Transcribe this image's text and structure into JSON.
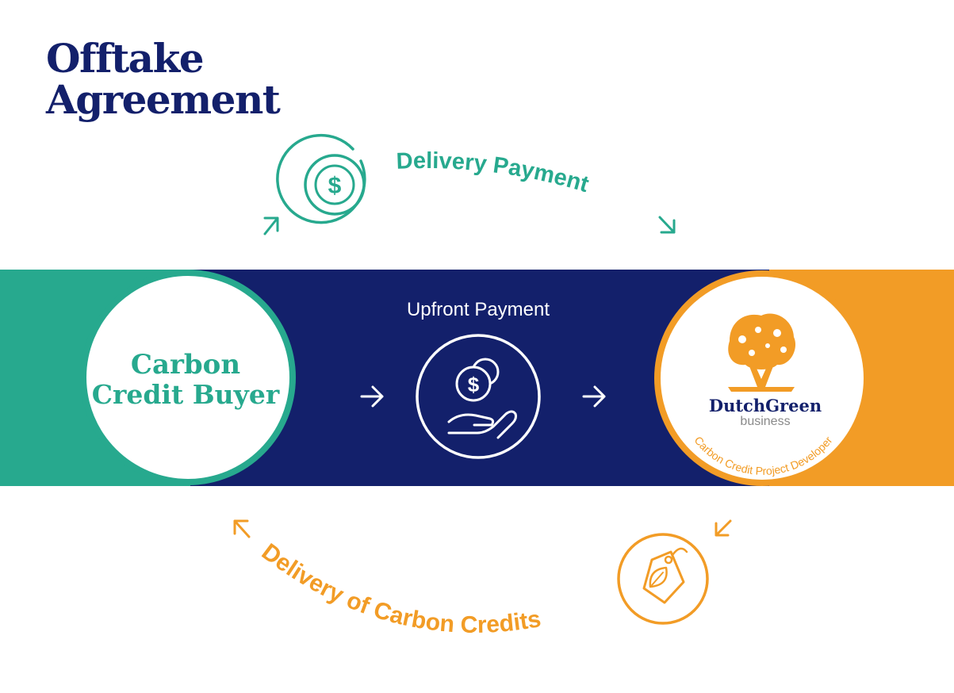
{
  "title_line1": "Offtake",
  "title_line2": "Agreement",
  "flow_top": "Delivery Payment",
  "flow_middle": "Upfront Payment",
  "flow_bottom": "Delivery of Carbon Credits",
  "buyer_line1": "Carbon",
  "buyer_line2": "Credit Buyer",
  "logo_name": "DutchGreen",
  "logo_sub": "business",
  "developer_role": "Carbon Credit Project Developer",
  "icons": [
    "dollar-coin-icon",
    "hand-coins-icon",
    "tree-logo-icon",
    "leaf-tag-icon",
    "arrow-right-icon"
  ],
  "colors": {
    "navy": "#13206b",
    "teal": "#27a98e",
    "orange": "#f29c26",
    "white": "#ffffff"
  }
}
